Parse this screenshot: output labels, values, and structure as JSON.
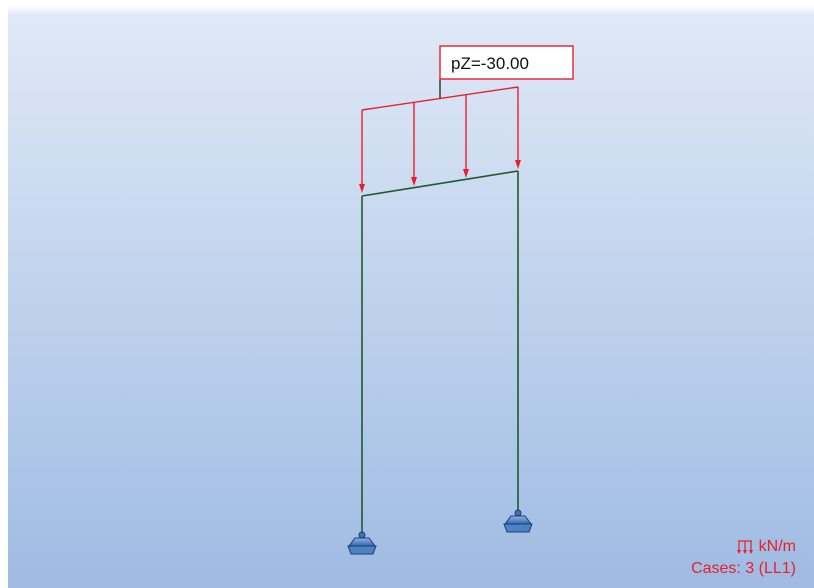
{
  "load": {
    "label": "pZ=-30.00",
    "value": -30.0
  },
  "legend": {
    "unit": "kN/m",
    "cases": "Cases: 3 (LL1)",
    "icon": "distributed-load-icon"
  },
  "colors": {
    "background_top": "#ffffff",
    "background_bottom": "#9fbbe3",
    "member": "#1f5a2e",
    "load": "#e8202a",
    "support": "#3b74b8",
    "label_text": "#111111"
  }
}
